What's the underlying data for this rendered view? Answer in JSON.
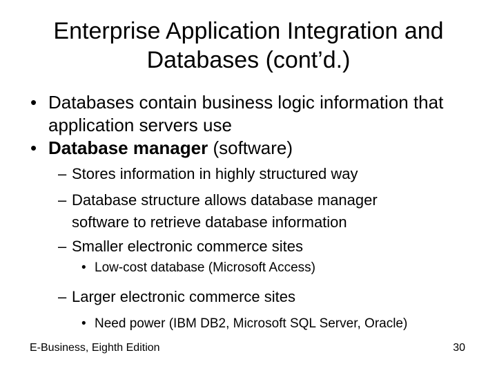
{
  "slide": {
    "title": "Enterprise Application Integration and\nDatabases (cont’d.)",
    "markers": {
      "level1": "•",
      "level2": "–",
      "level3": "•"
    },
    "items": [
      {
        "level": 1,
        "text": "Databases contain business logic information that\napplication servers use"
      },
      {
        "level": 1,
        "bold": "Database manager",
        "rest": " (software)"
      },
      {
        "level": 2,
        "text": "Stores information in highly structured way"
      },
      {
        "level": 2,
        "text": "Database structure allows database manager\nsoftware to retrieve database information"
      },
      {
        "level": 2,
        "text": "Smaller electronic commerce sites"
      },
      {
        "level": 3,
        "text": "Low-cost database (Microsoft Access)"
      },
      {
        "level": 2,
        "text": "Larger electronic commerce sites"
      },
      {
        "level": 3,
        "text": "Need power (IBM DB2, Microsoft SQL Server, Oracle)"
      }
    ],
    "footer": {
      "left": "E-Business, Eighth Edition",
      "page": "30"
    },
    "colors": {
      "background": "#ffffff",
      "text": "#000000"
    }
  }
}
